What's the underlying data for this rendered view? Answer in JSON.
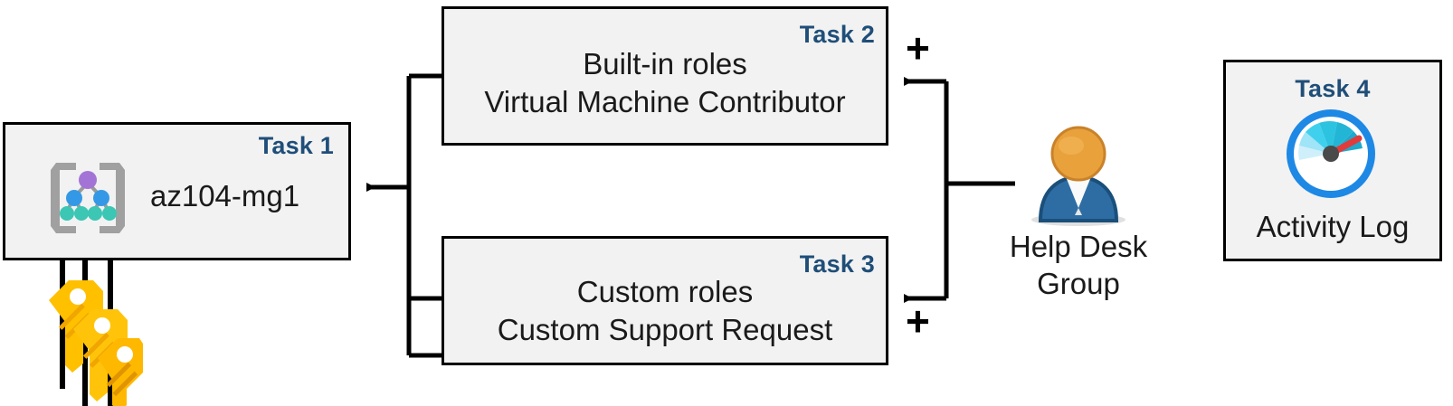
{
  "diagram": {
    "title_colors": {
      "task_label": "#1F4E79",
      "box_fill": "#F2F2F2",
      "box_border": "#000000",
      "connector": "#000000",
      "key_gold": "#FFC000",
      "key_gold_dark": "#F0A500",
      "person_head": "#E9A13B",
      "person_body": "#2E6DA4",
      "gauge_ring": "#1E88E5",
      "gauge_needle": "#E23B3B",
      "mg_bracket": "#A0A0A0",
      "mg_top_node": "#A374D5",
      "mg_mid_node": "#3399E6",
      "mg_leaf_node": "#3CC6B4"
    },
    "boxes": [
      {
        "id": "task1",
        "label": "Task 1",
        "lines": [
          "az104-mg1"
        ],
        "icon": "management-group-icon"
      },
      {
        "id": "task2",
        "label": "Task 2",
        "lines": [
          "Built-in roles",
          "Virtual Machine Contributor"
        ],
        "icon": ""
      },
      {
        "id": "task3",
        "label": "Task 3",
        "lines": [
          "Custom roles",
          "Custom Support Request"
        ],
        "icon": ""
      },
      {
        "id": "task4",
        "label": "Task 4",
        "lines": [
          "Activity Log"
        ],
        "icon": "gauge-icon"
      }
    ],
    "actor": {
      "icon": "user-group-icon",
      "caption_line1": "Help Desk",
      "caption_line2": "Group"
    },
    "keys": {
      "icon": "keys-icon",
      "count": 3
    },
    "operators": {
      "plus_top": "+",
      "plus_bottom": "+"
    }
  }
}
